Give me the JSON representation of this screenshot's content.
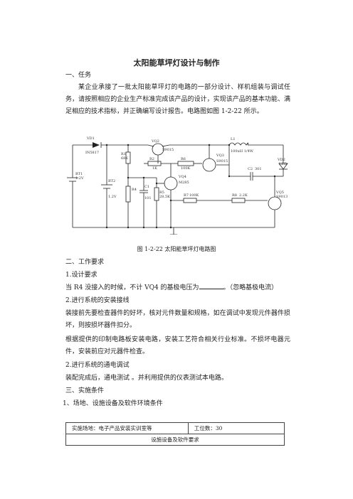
{
  "title": "太阳能草坪灯设计与制作",
  "sec1": "一、任务",
  "task_para": "某企业承接了一批太阳能草坪灯的电路的一部分设计、样机组装与调试任务，请按照相应的企业生产标准完成该产品的设计，实现该产品的基本功能、满足相应的技术指标，并正确编写设计报告。电路图如图 1-2-22 所示。",
  "circuit_labels": {
    "vd1": "VD1",
    "vd1_part": "IN5817",
    "vq2": "VQ2",
    "vq2_part": "S9015",
    "l1": "L1",
    "l1_val": "100uH 1/4W",
    "r1": "R1",
    "r1_val": "68K",
    "r2": "R2",
    "r2_val": "1K",
    "r6": "R6",
    "r6_val": "100K",
    "vq3": "VQ3",
    "vq3_part": "S9015",
    "c2": "C2",
    "c2_val": "301",
    "vd2": "VD2",
    "vd2_part": "LED",
    "bt1": "BT1",
    "bt1_val": "1.2V",
    "bt2": "BT2",
    "bt2_val": "1.2V",
    "r4": "R4",
    "c1": "C1",
    "c1_val": "101",
    "r5": "R5",
    "r5_val": "28.5K",
    "vq4": "VQ4",
    "vq4_part": "M285",
    "r7": "R7",
    "r7_val": "100K",
    "r8": "R8",
    "r8_val": "2.2K",
    "vq5": "VQ5",
    "vq5_part": "S9013"
  },
  "caption": "图 1-2-22 太阳能草坪灯电路图",
  "sec2": "二、工作要求",
  "req1": "1.设计要求",
  "q1_before": "当 R4 没接入的时候，不计 VQ4 的基极电压为",
  "q1_after": "。（忽略基极电流）",
  "req2": "2.进行系统的安装接线",
  "install_para": "装接前先要检查器件的好坏，核对元件数量和规格，如在调试中发现元件器件损坏，则按损坏器件扣分。",
  "pcb_para": "根据提供的印制电路板安装电路，安装工艺符合相关行业标准。不损坏电器元件，安装前应对元器件检查。",
  "req3": "2.进行系统的通电调试",
  "debug_para": "装配完成后，通电测试 。并利用提供的仪表测试本电路。",
  "sec3": "三、实施条件",
  "cond1": "1、场地、设施设备及软件环境条件",
  "table": {
    "site": "实施场地：电子产品安装实训室等",
    "stations": "工位数：30",
    "equip": "设施设备及软件要求"
  }
}
